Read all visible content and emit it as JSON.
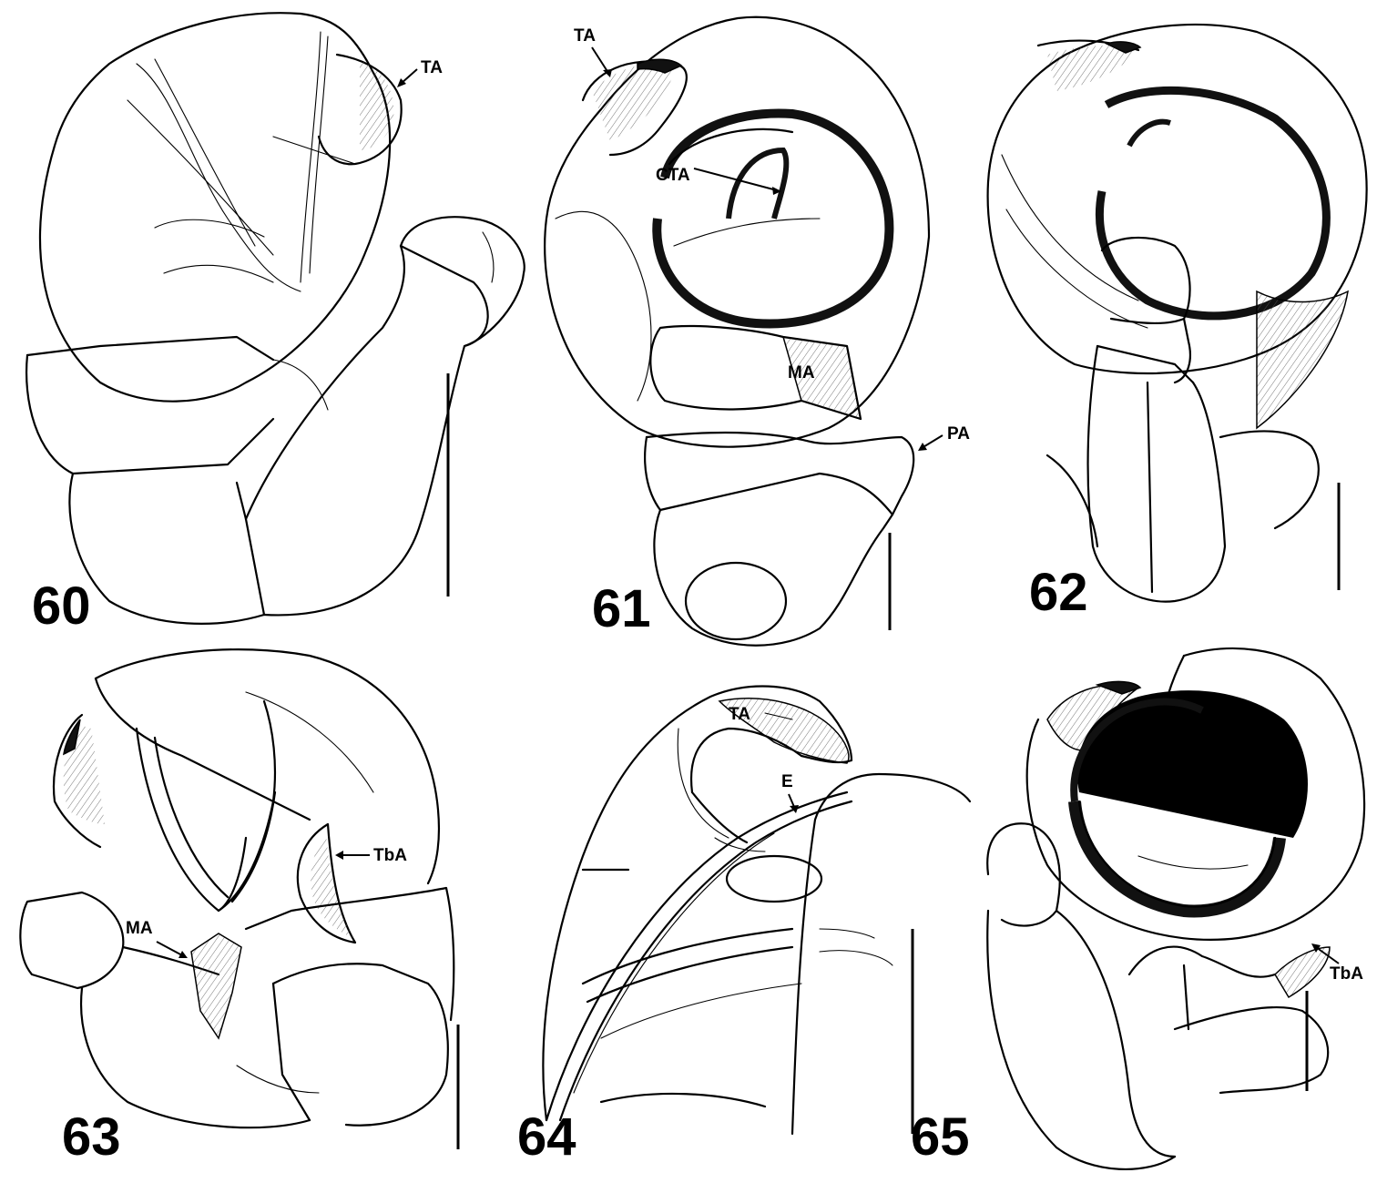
{
  "figures": [
    {
      "number": "60",
      "labels": [
        "TA"
      ]
    },
    {
      "number": "61",
      "labels": [
        "TA",
        "CTA",
        "MA",
        "PA"
      ]
    },
    {
      "number": "62",
      "labels": []
    },
    {
      "number": "63",
      "labels": [
        "TbA",
        "MA"
      ]
    },
    {
      "number": "64",
      "labels": [
        "TA",
        "E"
      ]
    },
    {
      "number": "65",
      "labels": [
        "TbA"
      ]
    }
  ]
}
